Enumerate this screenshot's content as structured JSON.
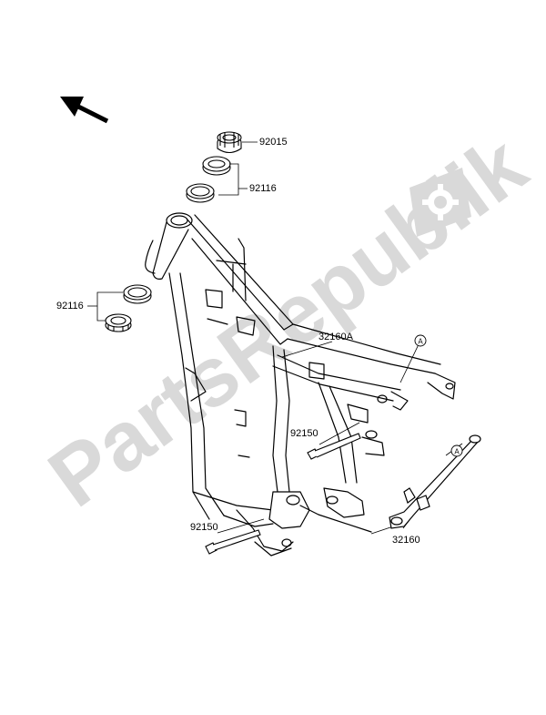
{
  "watermark": {
    "text": "PartsRepublik",
    "color": "#d9d9d9",
    "icon": "gear-icon"
  },
  "callouts": {
    "ref_a_upper": "A",
    "ref_a_lower": "A"
  },
  "parts": [
    {
      "id": "p92015",
      "number": "92015"
    },
    {
      "id": "p92116_upper",
      "number": "92116"
    },
    {
      "id": "p92116_lower",
      "number": "92116"
    },
    {
      "id": "p32160a",
      "number": "32160A"
    },
    {
      "id": "p92150_upper",
      "number": "92150"
    },
    {
      "id": "p92150_lower",
      "number": "92150"
    },
    {
      "id": "p32160",
      "number": "32160"
    }
  ],
  "direction_arrow_icon": "front-direction-arrow-icon"
}
